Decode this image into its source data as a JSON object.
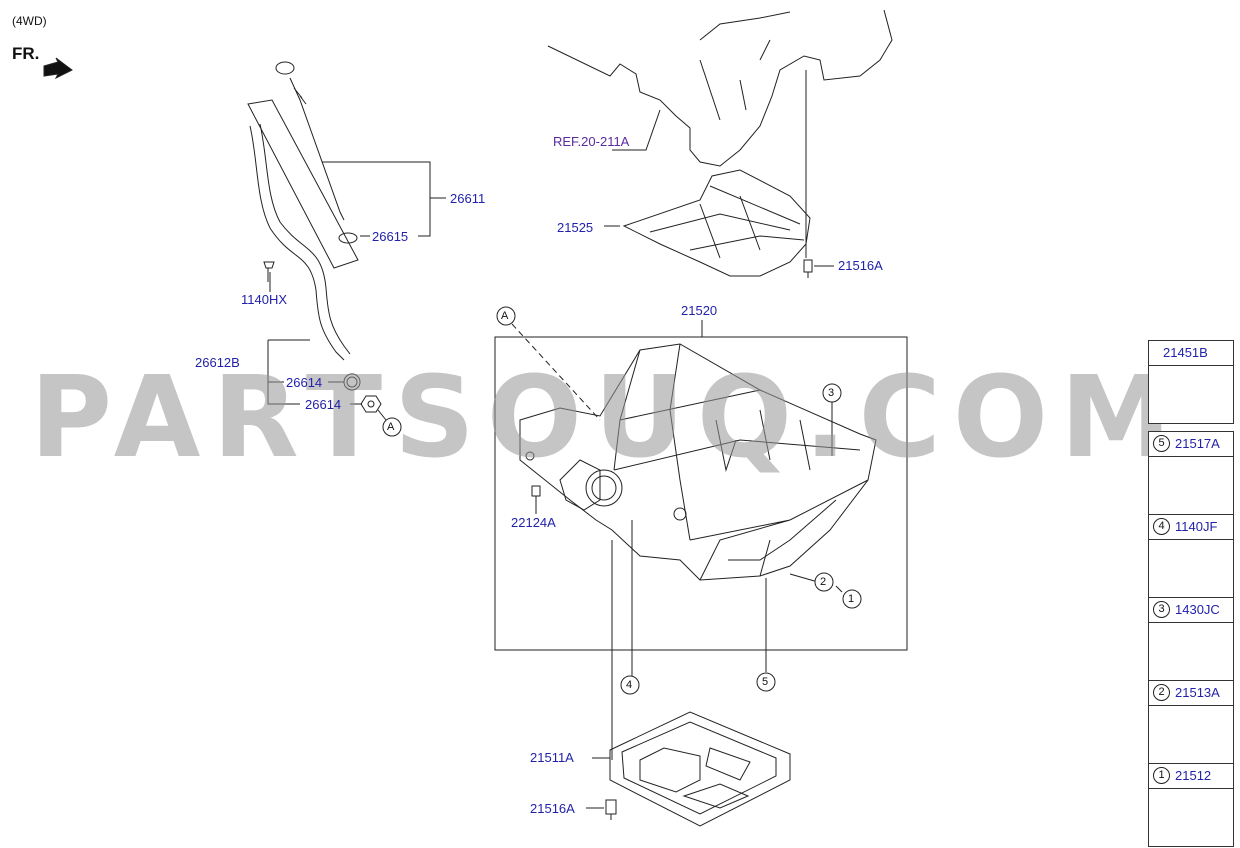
{
  "header": {
    "variant_note": "(4WD)",
    "front_marker": "FR."
  },
  "watermark": "PARTSOUQ.COM",
  "reference": "REF.20-211A",
  "callouts": {
    "c26611": "26611",
    "c26615": "26615",
    "c1140HX": "1140HX",
    "c26612B": "26612B",
    "c26614_a": "26614",
    "c26614_b": "26614",
    "c21525": "21525",
    "c21516A_top": "21516A",
    "c21520": "21520",
    "c22124A": "22124A",
    "c21511A": "21511A",
    "c21516A_bottom": "21516A",
    "circle_A1": "A",
    "circle_A2": "A",
    "circle_3": "3",
    "circle_2": "2",
    "circle_1": "1",
    "circle_4": "4",
    "circle_5": "5"
  },
  "side_panel": [
    {
      "marker": "",
      "part": "21451B"
    },
    {
      "marker": "5",
      "part": "21517A"
    },
    {
      "marker": "4",
      "part": "1140JF"
    },
    {
      "marker": "3",
      "part": "1430JC"
    },
    {
      "marker": "2",
      "part": "21513A"
    },
    {
      "marker": "1",
      "part": "21512"
    }
  ]
}
